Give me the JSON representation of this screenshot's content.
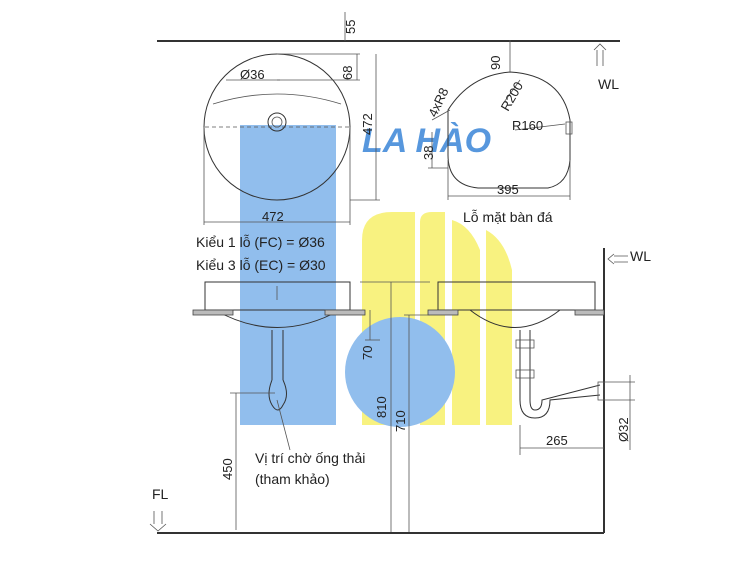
{
  "dimensions": {
    "top_gap": "55",
    "hole_diameter": "Ø36",
    "hole_offset": "68",
    "basin_depth": "472",
    "basin_width": "472",
    "cutout_top": "90",
    "cutout_radius_large": "R200",
    "cutout_corner": "4xR8",
    "cutout_radius_side": "R160",
    "cutout_offset": "38",
    "cutout_width": "395",
    "trap_gap": "70",
    "rim_height_1": "810",
    "rim_height_2": "710",
    "drain_height": "450",
    "trap_offset": "265",
    "pipe_diameter": "Ø32"
  },
  "labels": {
    "wl_top": "WL",
    "wl_side": "WL",
    "fl": "FL",
    "cutout_caption": "Lỗ mặt bàn đá",
    "type_1": "Kiểu 1 lỗ (FC) = Ø36",
    "type_3": "Kiểu 3 lỗ (EC) = Ø30",
    "drain_note_1": "Vị trí chờ ống thải",
    "drain_note_2": "(tham khảo)",
    "watermark": "LA HÀO"
  },
  "colors": {
    "watermark_blue": "#7eb3ea",
    "watermark_yellow": "#f7f06a",
    "watermark_text": "#3a86d8"
  }
}
